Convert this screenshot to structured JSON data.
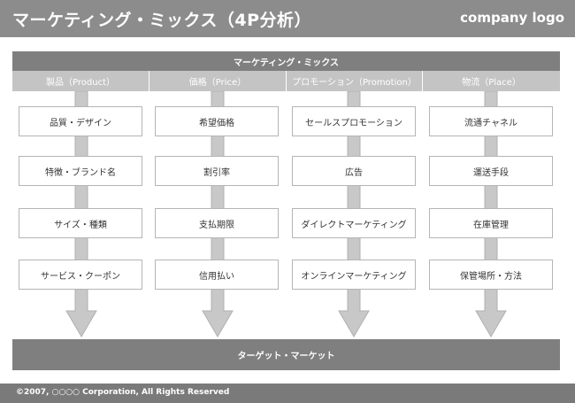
{
  "header": {
    "title": "マーケティング・ミックス（4P分析）",
    "logo": "company logo"
  },
  "diagram": {
    "top_label": "マーケティング・ミックス",
    "categories": [
      {
        "label": "製品（Product）",
        "items": [
          "品質・デザイン",
          "特徴・ブランド名",
          "サイズ・種類",
          "サービス・クーポン"
        ]
      },
      {
        "label": "価格（Price）",
        "items": [
          "希望価格",
          "割引率",
          "支払期限",
          "信用払い"
        ]
      },
      {
        "label": "プロモーション（Promotion）",
        "items": [
          "セールスプロモーション",
          "広告",
          "ダイレクトマーケティング",
          "オンラインマーケティング"
        ]
      },
      {
        "label": "物流（Place）",
        "items": [
          "流通チャネル",
          "運送手段",
          "在庫管理",
          "保管場所・方法"
        ]
      }
    ],
    "bottom_label": "ターゲット・マーケット"
  },
  "footer": {
    "copyright": "©2007, ○○○○ Corporation, All Rights Reserved"
  },
  "colors": {
    "header": "#8c8c8c",
    "bar": "#7f7f7f",
    "category": "#c4c4c4",
    "arrow": "#c8c8c8"
  }
}
